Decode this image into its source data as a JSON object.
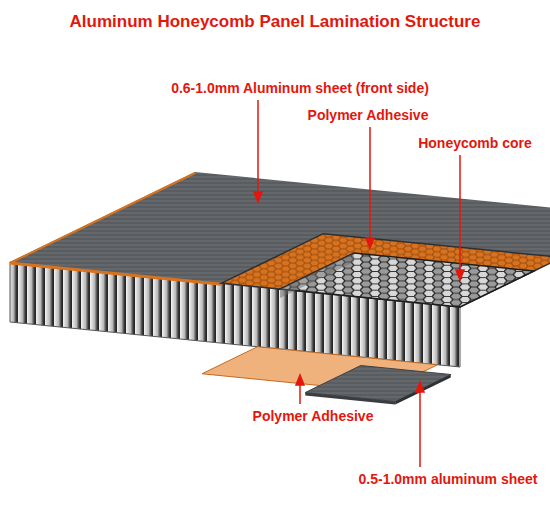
{
  "diagram": {
    "title": "Aluminum Honeycomb Panel Lamination Structure",
    "labels": [
      "0.6-1.0mm Aluminum sheet (front side)",
      "Polymer Adhesive",
      "Honeycomb core",
      "Polymer Adhesive",
      "0.5-1.0mm aluminum sheet"
    ]
  }
}
